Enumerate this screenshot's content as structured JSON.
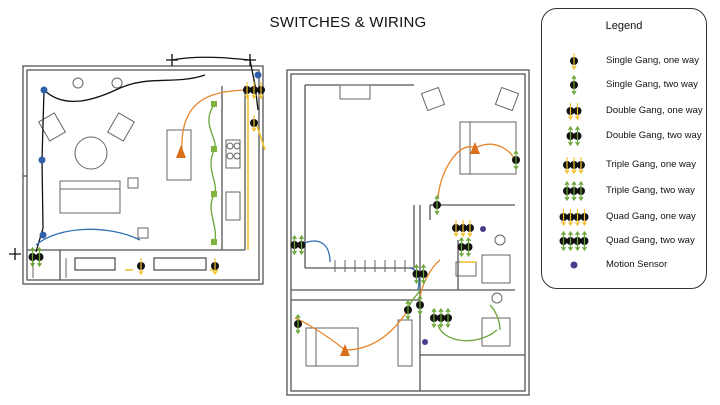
{
  "title": "SWITCHES & WIRING",
  "legend": {
    "title": "Legend",
    "items": [
      {
        "label": "Single Gang, one way",
        "gangs": 1,
        "way": "one"
      },
      {
        "label": "Single Gang, two way",
        "gangs": 1,
        "way": "two"
      },
      {
        "label": "Double Gang, one way",
        "gangs": 2,
        "way": "one"
      },
      {
        "label": "Double Gang, two way",
        "gangs": 2,
        "way": "two"
      },
      {
        "label": "Triple Gang, one way",
        "gangs": 3,
        "way": "one"
      },
      {
        "label": "Triple Gang, two way",
        "gangs": 3,
        "way": "two"
      },
      {
        "label": "Quad Gang, one way",
        "gangs": 4,
        "way": "one"
      },
      {
        "label": "Quad Gang, two way",
        "gangs": 4,
        "way": "two"
      },
      {
        "label": "Motion Sensor",
        "gangs": 0,
        "way": "sensor"
      }
    ]
  },
  "colors": {
    "wall": "#555555",
    "wire_black": "#111111",
    "wire_orange": "#e8862a",
    "wire_green": "#6aa536",
    "wire_blue": "#2f6fb3",
    "wire_yellow": "#f2c230",
    "light_blue": "#2e5fa8",
    "light_orange": "#d9701c",
    "fixture_green": "#7fb23e",
    "motion_sensor": "#4b3a8c"
  }
}
